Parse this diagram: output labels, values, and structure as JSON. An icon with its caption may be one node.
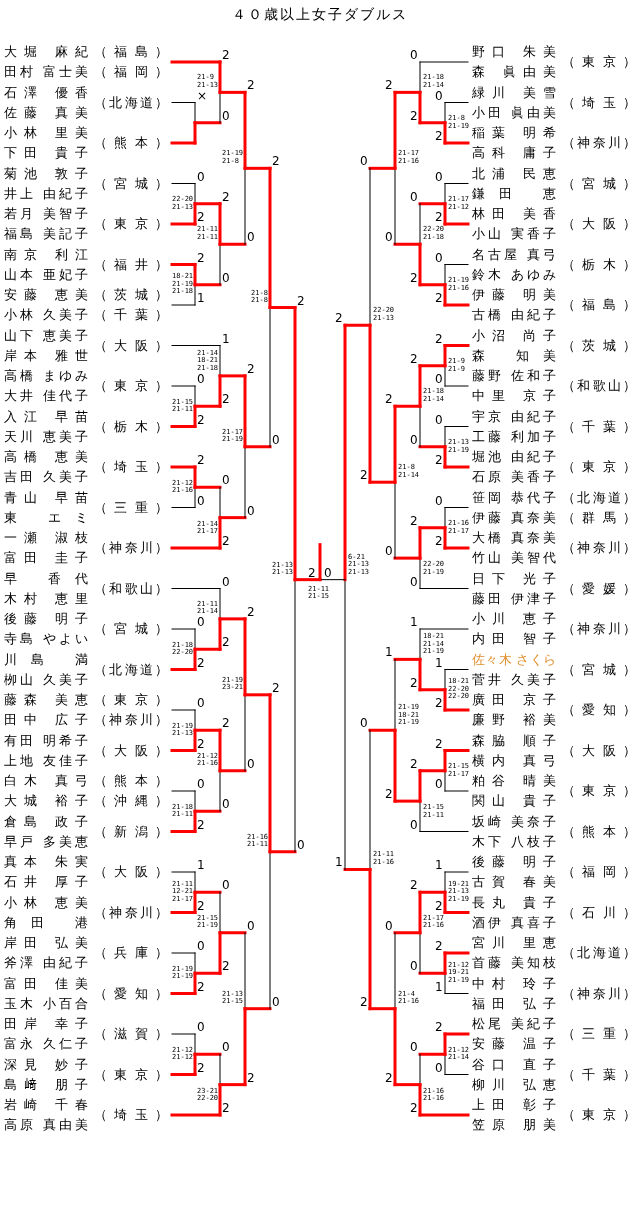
{
  "diagram": {
    "title": "４０歳以上女子ダブルス",
    "nodes": [
      {
        "text": [
          "大堀 麻紀",
          "（福島）",
          "田村 富士美",
          "（福岡）"
        ]
      },
      {
        "text": [
          "石澤 優香",
          "佐藤 真美",
          "（北海道）"
        ]
      },
      {
        "text": [
          "小林 里美",
          "下田 貴子",
          "（熊本）"
        ]
      },
      {
        "text": [
          "菊池 敦子",
          "井上 由紀子",
          "（宮城）"
        ]
      },
      {
        "text": [
          "若月 美智子",
          "福島 美記子",
          "（東京）"
        ]
      },
      {
        "text": [
          "南京 利江",
          "山本 亜妃子",
          "（福井）"
        ]
      },
      {
        "text": [
          "安藤 恵美",
          "（茨城）",
          "小林 久美子",
          "（千葉）"
        ]
      },
      {
        "text": [
          "山下 恵美子",
          "岸本 雅世",
          "（大阪）"
        ]
      },
      {
        "text": [
          "高橋 まゆみ",
          "大井 佳代子",
          "（東京）"
        ]
      },
      {
        "text": [
          "入江 早苗",
          "天川 恵美子",
          "（栃木）"
        ]
      },
      {
        "text": [
          "高橋 恵美",
          "吉田 久美子",
          "（埼玉）"
        ]
      },
      {
        "text": [
          "青山 早苗",
          "東 エミ",
          "（三重）"
        ]
      },
      {
        "text": [
          "一瀬 淑枝",
          "富田 圭子",
          "（神奈川）"
        ]
      },
      {
        "text": [
          "早 香代",
          "木村 恵里",
          "（和歌山）"
        ]
      },
      {
        "text": [
          "後藤 明子",
          "寺島 やよい",
          "（宮城）"
        ]
      },
      {
        "text": [
          "川島 満",
          "栁山 久美子",
          "（北海道）"
        ]
      },
      {
        "text": [
          "藤森 美恵",
          "（東京）",
          "田中 広子",
          "（神奈川）"
        ]
      },
      {
        "text": [
          "有田 明希子",
          "上地 友佳子",
          "（大阪）"
        ]
      },
      {
        "text": [
          "白木 真弓",
          "（熊本）",
          "大城 裕子",
          "（沖縄）"
        ]
      },
      {
        "text": [
          "倉島 政子",
          "早戸 多美恵",
          "（新潟）"
        ]
      },
      {
        "text": [
          "真本 朱実",
          "石井 厚子",
          "（大阪）"
        ]
      },
      {
        "text": [
          "小林 恵美",
          "角田 港",
          "（神奈川）"
        ]
      },
      {
        "text": [
          "岸田 弘美",
          "斧澤 由紀子",
          "（兵庫）"
        ]
      },
      {
        "text": [
          "富田 佳美",
          "玉木 小百合",
          "（愛知）"
        ]
      },
      {
        "text": [
          "田岸 幸子",
          "富永 久仁子",
          "（滋賀）"
        ]
      },
      {
        "text": [
          "深見 妙子",
          "島﨑 朋子",
          "（東京）"
        ]
      },
      {
        "text": [
          "岩崎 千春",
          "高原 真由美",
          "（埼玉）"
        ]
      },
      {
        "text": [
          "野口 朱美",
          "森 眞由美",
          "（東京）"
        ]
      },
      {
        "text": [
          "緑川 美雪",
          "小田 眞由美",
          "（埼玉）"
        ]
      },
      {
        "text": [
          "稲葉 明希",
          "高科 庸子",
          "（神奈川）"
        ]
      },
      {
        "text": [
          "北浦 民恵",
          "鎌田 恵",
          "（宮城）"
        ]
      },
      {
        "text": [
          "林田 美香",
          "小山 実香子",
          "（大阪）"
        ]
      },
      {
        "text": [
          "名古屋 真弓",
          "鈴木 あゆみ",
          "（栃木）"
        ]
      },
      {
        "text": [
          "伊藤 明美",
          "古橋 由紀子",
          "（福島）"
        ]
      },
      {
        "text": [
          "小沼 尚子",
          "森 知美",
          "（茨城）"
        ]
      },
      {
        "text": [
          "藤野 佐和子",
          "中里 京子",
          "（和歌山）"
        ]
      },
      {
        "text": [
          "宇京 由紀子",
          "工藤 利加子",
          "（千葉）"
        ]
      },
      {
        "text": [
          "堀池 由紀子",
          "石原 美香子",
          "（東京）"
        ]
      },
      {
        "text": [
          "笹岡 恭代子",
          "（北海道）",
          "伊藤 真奈美",
          "（群馬）"
        ]
      },
      {
        "text": [
          "大橋 真奈美",
          "竹山 美智代",
          "（神奈川）"
        ]
      },
      {
        "text": [
          "日下 光子",
          "藤田 伊津子",
          "（愛媛）"
        ]
      },
      {
        "text": [
          "小川 恵子",
          "内田 智子",
          "（神奈川）"
        ]
      },
      {
        "text": [
          "佐々木 さくら",
          "菅井 久美子",
          "（宮城）"
        ]
      },
      {
        "text": [
          "廣田 京子",
          "廉野 裕美",
          "（愛知）"
        ]
      },
      {
        "text": [
          "森脇 順子",
          "横内 真弓",
          "（大阪）"
        ]
      },
      {
        "text": [
          "粕谷 晴美",
          "関山 貴子",
          "（東京）"
        ]
      },
      {
        "text": [
          "坂崎 美奈子",
          "木下 八枝子",
          "（熊本）"
        ]
      },
      {
        "text": [
          "後藤 明子",
          "古賀 春美",
          "（福岡）"
        ]
      },
      {
        "text": [
          "長丸 貴子",
          "酒伊 真喜子",
          "（石川）"
        ]
      },
      {
        "text": [
          "宮川 里恵",
          "首藤 美知枝",
          "（北海道）"
        ]
      },
      {
        "text": [
          "中村 玲子",
          "福田 弘子",
          "（神奈川）"
        ]
      },
      {
        "text": [
          "松尾 美紀子",
          "安藤 温子",
          "（三重）"
        ]
      },
      {
        "text": [
          "谷口 直子",
          "柳川 弘恵",
          "（千葉）"
        ]
      },
      {
        "text": [
          "上田 彰子",
          "笠原 朋美",
          "（東京）"
        ]
      }
    ],
    "labels": [
      "×",
      "21-9 21-13",
      "2",
      "0",
      "22-20 21-13",
      "0",
      "2",
      "18-21 21-19 21-18",
      "2",
      "1",
      "21-11 21-11",
      "2",
      "0",
      "21-19 21-8",
      "2",
      "0",
      "21-15 21-11",
      "0",
      "2",
      "21-14 18-21 21-18",
      "1",
      "2",
      "21-12 21-16",
      "2",
      "0",
      "21-14 21-17",
      "0",
      "2",
      "21-17 21-19",
      "2",
      "0",
      "21-8 21-8",
      "2",
      "0",
      "21-18 22-20",
      "0",
      "2",
      "21-11 21-14",
      "0",
      "2",
      "21-19 21-13",
      "0",
      "2",
      "21-18 21-11",
      "0",
      "2",
      "21-12 21-16",
      "2",
      "0",
      "21-19 23-21",
      "2",
      "0",
      "21-11 12-21 21-17",
      "1",
      "2",
      "21-19 21-19",
      "0",
      "2",
      "21-15 21-19",
      "0",
      "2",
      "21-12 21-12",
      "0",
      "2",
      "23-21 22-20",
      "0",
      "2",
      "21-13 21-15",
      "0",
      "2",
      "21-16 21-11",
      "2",
      "0",
      "21-13 21-13",
      "2",
      "0",
      "21-8 21-19",
      "0",
      "2",
      "21-18 21-14",
      "0",
      "2",
      "21-17 21-12",
      "0",
      "2",
      "21-19 21-16",
      "0",
      "2",
      "22-20 21-18",
      "0",
      "2",
      "21-17 21-16",
      "2",
      "0",
      "21-9 21-9",
      "2",
      "0",
      "21-13 21-19",
      "0",
      "2",
      "21-18 21-14",
      "2",
      "0",
      "21-16 21-17",
      "0",
      "2",
      "22-20 21-19",
      "2",
      "0",
      "21-8 21-14",
      "2",
      "0",
      "22-20 21-13",
      "0",
      "2",
      "18-21 22-20 22-20",
      "1",
      "2",
      "18-21 21-14 21-19",
      "1",
      "2",
      "21-15 21-17",
      "2",
      "0",
      "21-15 21-11",
      "2",
      "0",
      "21-19 18-21 21-19",
      "1",
      "2",
      "19-21 21-13 21-19",
      "1",
      "2",
      "21-12 19-21 21-19",
      "2",
      "1",
      "21-17 21-16",
      "2",
      "0",
      "21-12 21-14",
      "2",
      "0",
      "21-16 21-16",
      "0",
      "2",
      "21-4 21-16",
      "0",
      "2",
      "21-11 21-16",
      "0",
      "2",
      "6-21 21-13 21-13",
      "2",
      "1",
      "21-11 21-15",
      "2",
      "0"
    ]
  }
}
